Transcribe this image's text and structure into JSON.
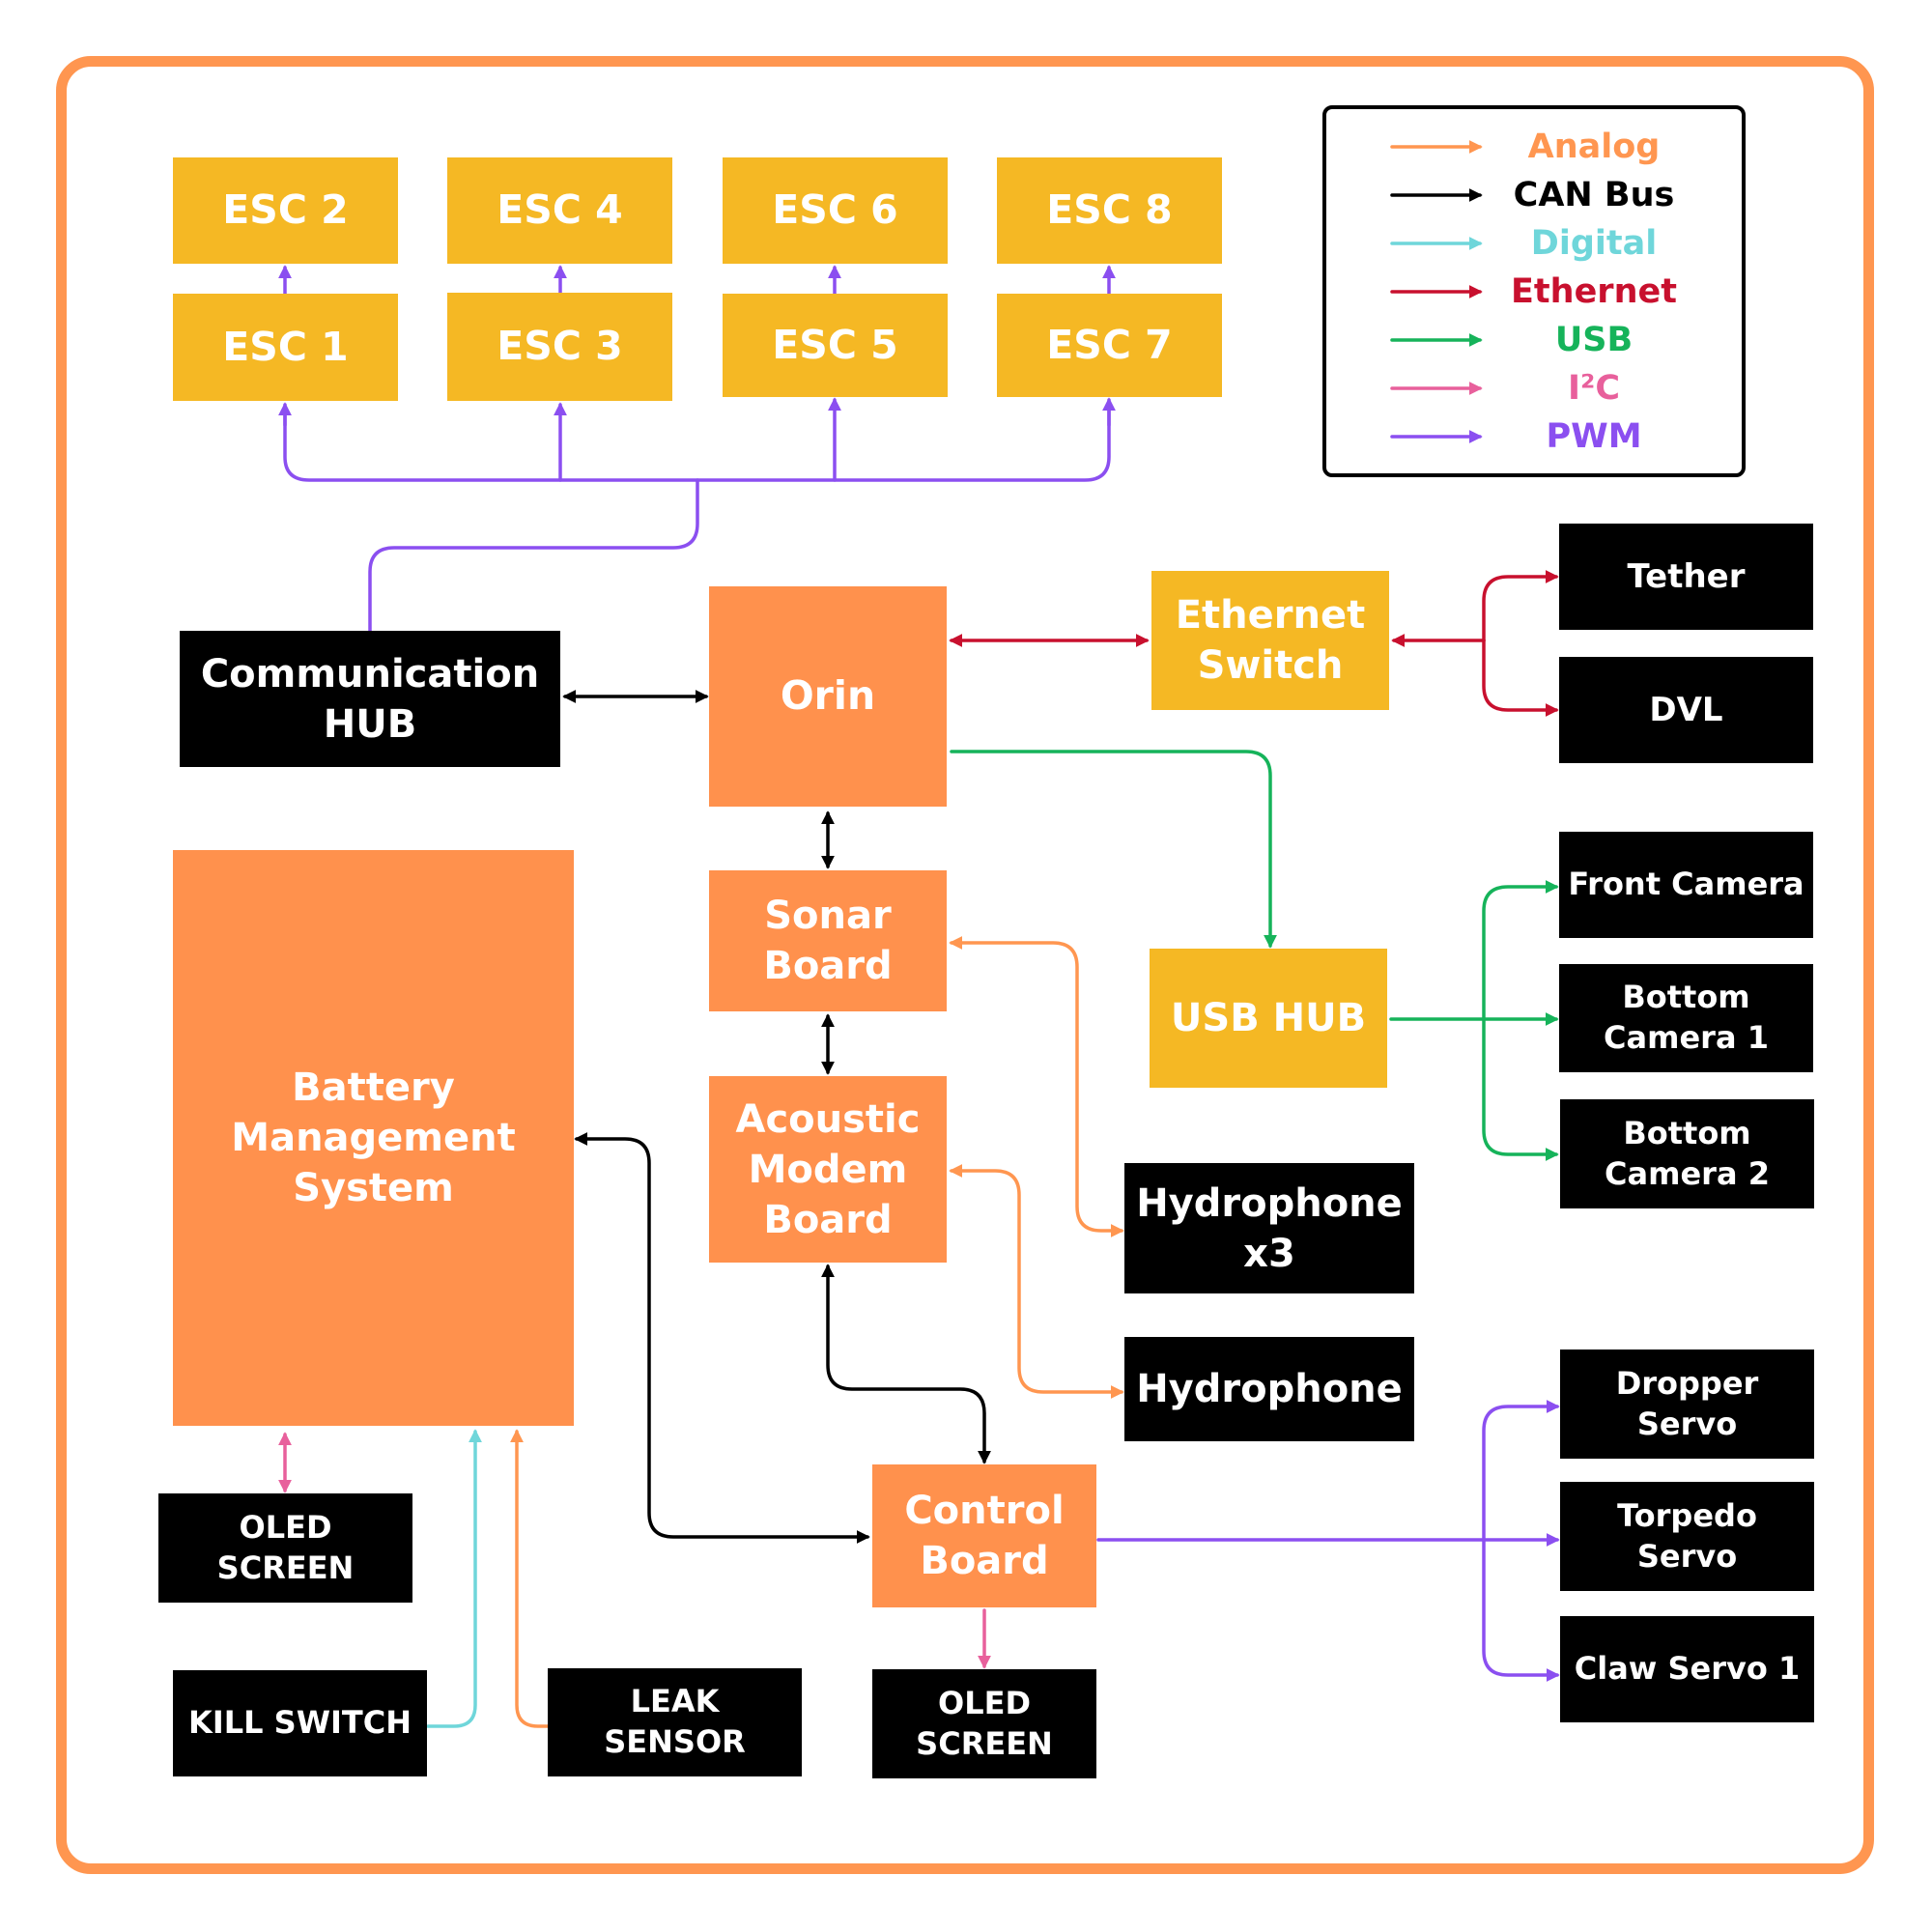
{
  "colors": {
    "frame": "#FF9650",
    "yellow_box": "#F5B824",
    "orange_box": "#FF914D",
    "black_box": "#000000",
    "analog": "#FF9650",
    "can_bus": "#000000",
    "digital": "#6FD6DA",
    "ethernet": "#C8102E",
    "usb": "#16B35A",
    "i2c": "#E8609C",
    "pwm": "#8B4FF0"
  },
  "legend": [
    {
      "label": "Analog",
      "type": "analog"
    },
    {
      "label": "CAN Bus",
      "type": "can_bus"
    },
    {
      "label": "Digital",
      "type": "digital"
    },
    {
      "label": "Ethernet",
      "type": "ethernet"
    },
    {
      "label": "USB",
      "type": "usb"
    },
    {
      "label": "I²C",
      "type": "i2c"
    },
    {
      "label": "PWM",
      "type": "pwm"
    }
  ],
  "nodes": {
    "esc2": "ESC 2",
    "esc4": "ESC 4",
    "esc6": "ESC 6",
    "esc8": "ESC 8",
    "esc1": "ESC 1",
    "esc3": "ESC 3",
    "esc5": "ESC 5",
    "esc7": "ESC 7",
    "comm_hub": "Communication\nHUB",
    "orin": "Orin",
    "eth_switch": "Ethernet\nSwitch",
    "tether": "Tether",
    "dvl": "DVL",
    "sonar": "Sonar\nBoard",
    "usb_hub": "USB HUB",
    "front_camera": "Front Camera",
    "bottom_camera1": "Bottom\nCamera 1",
    "bottom_camera2": "Bottom\nCamera 2",
    "bms": "Battery\nManagement\nSystem",
    "modem": "Acoustic\nModem\nBoard",
    "hydrophone_x3": "Hydrophone\nx3",
    "hydrophone": "Hydrophone",
    "dropper_servo": "Dropper\nServo",
    "torpedo_servo": "Torpedo\nServo",
    "claw_servo": "Claw Servo 1",
    "control_board": "Control\nBoard",
    "oled_left": "OLED\nSCREEN",
    "oled_right": "OLED\nSCREEN",
    "kill_switch": "KILL SWITCH",
    "leak_sensor": "LEAK\nSENSOR"
  },
  "connections": [
    {
      "from": "comm_hub",
      "to": [
        "esc1",
        "esc3",
        "esc5",
        "esc7"
      ],
      "type": "pwm"
    },
    {
      "from": "esc1",
      "to": "esc2",
      "type": "pwm"
    },
    {
      "from": "esc3",
      "to": "esc4",
      "type": "pwm"
    },
    {
      "from": "esc5",
      "to": "esc6",
      "type": "pwm"
    },
    {
      "from": "esc7",
      "to": "esc8",
      "type": "pwm"
    },
    {
      "from": "comm_hub",
      "to": "orin",
      "type": "can_bus",
      "bidirectional": true
    },
    {
      "from": "orin",
      "to": "eth_switch",
      "type": "ethernet",
      "bidirectional": true
    },
    {
      "from": "eth_switch",
      "to": [
        "tether",
        "dvl"
      ],
      "type": "ethernet",
      "bidirectional": true
    },
    {
      "from": "orin",
      "to": "usb_hub",
      "type": "usb"
    },
    {
      "from": "usb_hub",
      "to": [
        "front_camera",
        "bottom_camera1",
        "bottom_camera2"
      ],
      "type": "usb"
    },
    {
      "from": "orin",
      "to": "sonar",
      "type": "can_bus",
      "bidirectional": true
    },
    {
      "from": "sonar",
      "to": "modem",
      "type": "can_bus",
      "bidirectional": true
    },
    {
      "from": "sonar",
      "to": "hydrophone_x3",
      "type": "analog",
      "bidirectional": true
    },
    {
      "from": "modem",
      "to": "hydrophone",
      "type": "analog",
      "bidirectional": true
    },
    {
      "from": "modem",
      "to": "control_board",
      "type": "can_bus",
      "bidirectional": true
    },
    {
      "from": "bms",
      "to": "control_board",
      "type": "can_bus",
      "bidirectional": true
    },
    {
      "from": "control_board",
      "to": [
        "dropper_servo",
        "torpedo_servo",
        "claw_servo"
      ],
      "type": "pwm"
    },
    {
      "from": "control_board",
      "to": "oled_right",
      "type": "i2c"
    },
    {
      "from": "bms",
      "to": "oled_left",
      "type": "i2c",
      "bidirectional": true
    },
    {
      "from": "kill_switch",
      "to": "bms",
      "type": "digital"
    },
    {
      "from": "leak_sensor",
      "to": "bms",
      "type": "analog"
    }
  ]
}
